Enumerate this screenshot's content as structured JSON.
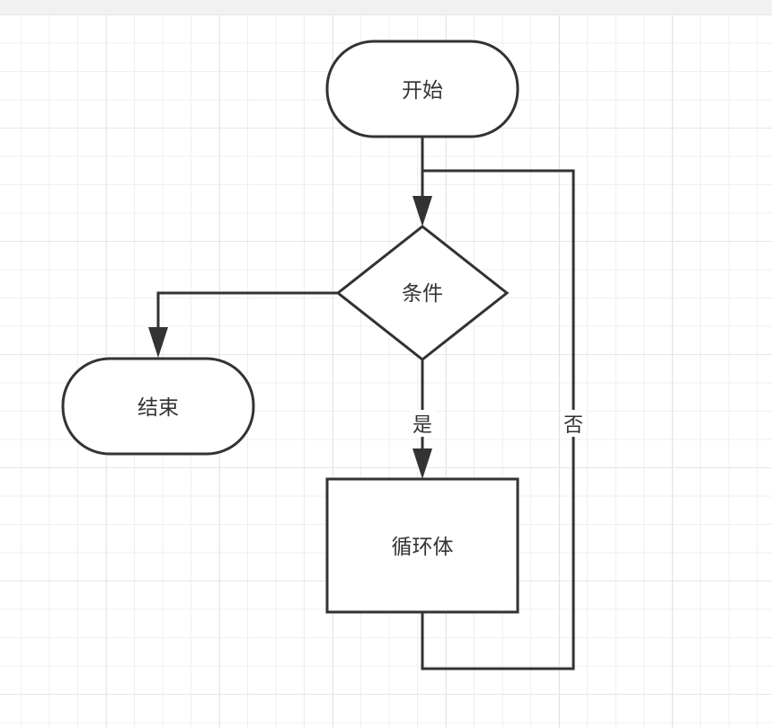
{
  "nodes": {
    "start": {
      "label": "开始",
      "shape": "terminator"
    },
    "condition": {
      "label": "条件",
      "shape": "decision"
    },
    "end": {
      "label": "结束",
      "shape": "terminator"
    },
    "loop_body": {
      "label": "循环体",
      "shape": "process"
    }
  },
  "edges": {
    "start_to_condition": {
      "from": "开始",
      "to": "条件",
      "label": ""
    },
    "condition_to_end": {
      "from": "条件",
      "to": "结束",
      "label": ""
    },
    "condition_to_body": {
      "from": "条件",
      "to": "循环体",
      "label": "是"
    },
    "body_to_condition": {
      "from": "循环体",
      "to": "条件",
      "label": "否"
    }
  },
  "colors": {
    "stroke": "#333333",
    "fill": "#ffffff",
    "grid": "#efefef",
    "topbar": "#f1f1f1"
  }
}
